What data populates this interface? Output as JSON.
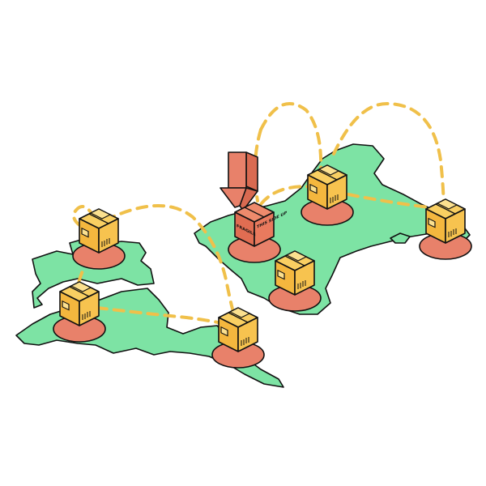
{
  "scene": {
    "colors": {
      "background": "#ffffff",
      "land": "#7de3a4",
      "outline": "#111111",
      "route": "#f0c04a",
      "pad": "#e8816a",
      "box": "#f9cf62",
      "arrow": "#e8816a"
    },
    "icons": [
      "world-map",
      "package-icon",
      "download-arrow-icon",
      "dashed-route"
    ],
    "central_box_labels": [
      "FRAGILE",
      "THIS SIDE UP"
    ]
  }
}
